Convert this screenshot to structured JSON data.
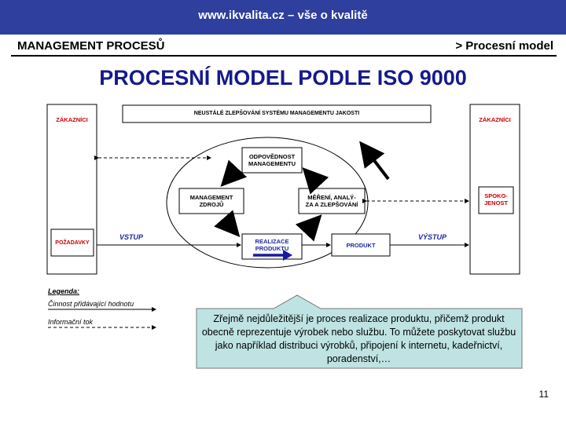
{
  "header": {
    "site": "www.ikvalita.cz – vše o kvalitě"
  },
  "band": {
    "left": "MANAGEMENT PROCESŮ",
    "right": "> Procesní model"
  },
  "title": "PROCESNÍ MODEL PODLE ISO 9000",
  "diagram": {
    "customers_left": "ZÁKAZNÍCI",
    "customers_right": "ZÁKAZNÍCI",
    "improvement": "NEUSTÁLÉ ZLEPŠOVÁNÍ SYSTÉMU MANAGEMENTU JAKOSTI",
    "responsibility": [
      "ODPOVĚDNOST",
      "MANAGEMENTU"
    ],
    "resources": [
      "MANAGEMENT",
      "ZDROJŮ"
    ],
    "measurement": [
      "MĚŘENÍ, ANALÝ-",
      "ZA A ZLEPŠOVÁNÍ"
    ],
    "realization": [
      "REALIZACE",
      "PRODUKTU"
    ],
    "product": "PRODUKT",
    "requirements": "POŽADAVKY",
    "satisfaction": [
      "SPOKO-",
      "JENOST"
    ],
    "input": "VSTUP",
    "output": "VÝSTUP"
  },
  "legend": {
    "title": "Legenda:",
    "value_activity": "Činnost přidávající hodnotu",
    "info_flow": "Informační tok"
  },
  "callout": "Zřejmě nejdůležitější je proces realizace produktu, přičemž produkt obecně reprezentuje výrobek nebo službu. To můžete poskytovat službu jako například distribuci výrobků, připojení k internetu, kadeřnictví, poradenství,…",
  "page_number": "11",
  "colors": {
    "topbar": "#2f3f9e",
    "title": "#141a8c",
    "callout_fill": "#bfe3e3",
    "red_text": "#cc0000",
    "blue_arrow": "#1a1aa0"
  }
}
